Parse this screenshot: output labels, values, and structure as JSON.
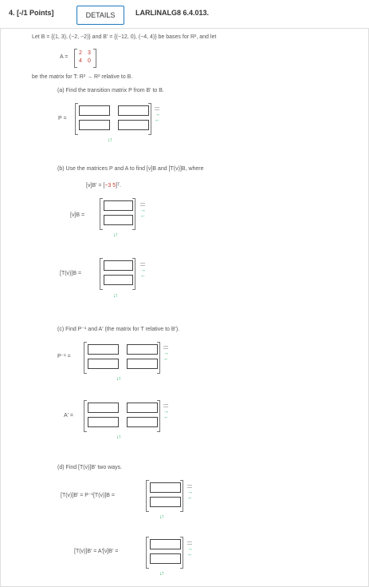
{
  "header": {
    "question_number": "4. [-/1 Points]",
    "details_label": "DETAILS",
    "problem_code": "LARLINALG8 6.4.013."
  },
  "problem": {
    "intro": "Let B = {(1, 3), (−2, −2)} and B′ = {(−12, 0), (−4, 4)} be bases for R², and let",
    "matrix_A_label": "A =",
    "matrix_A": [
      [
        "2",
        "3"
      ],
      [
        "4",
        "0"
      ]
    ],
    "matrix_text": "be the matrix for T: R² → R² relative to B.",
    "part_a": "(a) Find the transition matrix P from B′ to B.",
    "P_label": "P =",
    "part_b": "(b) Use the matrices P and A to find [v]B and [T(v)]B, where",
    "v_given_prefix": "[v]B′ = [",
    "v_given_values": "−3  5",
    "v_given_suffix": "]ᵀ.",
    "vB_label": "[v]B =",
    "TvB_label": "[T(v)]B =",
    "part_c": "(c) Find P⁻¹ and A′ (the matrix for T relative to B′).",
    "Pinv_label": "P⁻¹ =",
    "Aprime_label": "A′ =",
    "part_d": "(d) Find [T(v)]B′ two ways.",
    "way1_label": "[T(v)]B′ = P⁻¹[T(v)]B =",
    "way2_label": "[T(v)]B′ = A′[v]B′ ="
  },
  "tool_icons": {
    "grip": "grip-lines-icon",
    "right": "arrow-right-icon",
    "left": "arrow-left-icon",
    "down": "arrow-down-icon",
    "up": "arrow-up-icon"
  },
  "colors": {
    "accent": "#1f7ac0",
    "highlight": "#c0392b",
    "tool_arrow": "#27ae60"
  }
}
